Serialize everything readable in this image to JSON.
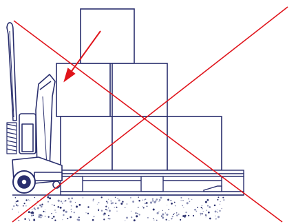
{
  "illustration": {
    "subject": "pallet-truck-lifting-stacked-boxes",
    "marking": "red-cross-prohibited",
    "arrow_indicator": "top-box-overhang"
  },
  "colors": {
    "line": "#2a2f6e",
    "cross": "#e0141b",
    "background": "#ffffff",
    "ground_speckle": "#8a8fb5"
  }
}
